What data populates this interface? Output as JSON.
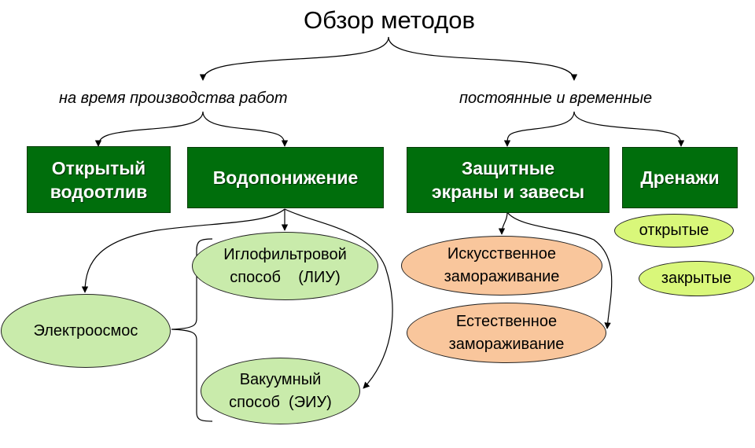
{
  "title": "Обзор методов",
  "categories": {
    "left": "на время производства работ",
    "right": "постоянные и временные"
  },
  "boxes": {
    "open_drainage": [
      "Открытый",
      "водоотлив"
    ],
    "dewatering": "Водопонижение",
    "protective_screens": [
      "Защитные",
      "экраны и завесы"
    ],
    "drains": "Дренажи"
  },
  "methods": {
    "needle_filter": [
      "Иглофильтровой",
      "способ    (ЛИУ)"
    ],
    "electroosmosis": "Электроосмос",
    "vacuum": [
      "Вакуумный",
      "способ  (ЭИУ)"
    ],
    "artificial_freezing": [
      "Искусственное",
      "замораживание"
    ],
    "natural_freezing": [
      "Естественное",
      "замораживание"
    ],
    "open": "открытые",
    "closed": "закрытые"
  },
  "colors": {
    "box_green": "#006e0c",
    "oval_light_green": "#c9ebab",
    "oval_lime": "#d9f77a",
    "oval_orange": "#f9c69c"
  }
}
